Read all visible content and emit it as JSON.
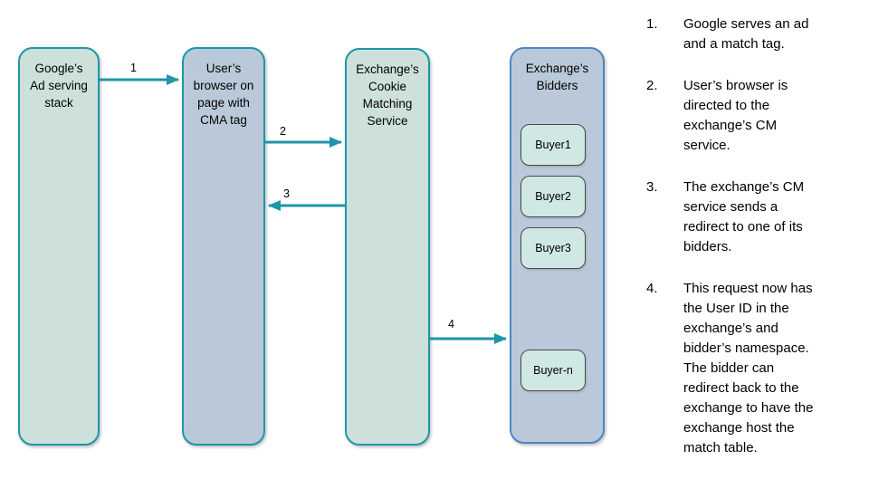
{
  "diagram": {
    "nodes": [
      {
        "id": "google-ad-stack",
        "label": "Google’s\nAd serving\nstack"
      },
      {
        "id": "user-browser",
        "label": "User’s\nbrowser on\npage with\nCMA tag"
      },
      {
        "id": "exchange-cm",
        "label": "Exchange’s\nCookie\nMatching\nService"
      },
      {
        "id": "exchange-bidders",
        "label": "Exchange’s\nBidders"
      }
    ],
    "buyers": [
      "Buyer1",
      "Buyer2",
      "Buyer3",
      "Buyer-n"
    ],
    "arrows": [
      {
        "label": "1",
        "from": "google-ad-stack",
        "to": "user-browser"
      },
      {
        "label": "2",
        "from": "user-browser",
        "to": "exchange-cm"
      },
      {
        "label": "3",
        "from": "exchange-cm",
        "to": "user-browser"
      },
      {
        "label": "4",
        "from": "exchange-cm",
        "to": "exchange-bidders"
      }
    ],
    "colors": {
      "teal_border": "#1e96a8",
      "green_fill": "#cde1da",
      "blue_fill": "#bac9d9",
      "bidders_border": "#4e86c4",
      "buyer_fill": "#cfe8e3",
      "buyer_border": "#4a4a4a"
    }
  },
  "steps": [
    {
      "num": "1.",
      "text": "Google serves an ad\nand a match tag."
    },
    {
      "num": "2.",
      "text": "User’s browser is\ndirected to the\nexchange’s CM\nservice."
    },
    {
      "num": "3.",
      "text": "The exchange’s CM\nservice sends a\nredirect to one of its\nbidders."
    },
    {
      "num": "4.",
      "text": "This request now has\nthe User ID in the\nexchange’s and\nbidder’s namespace.\nThe bidder can\nredirect back to the\nexchange to have the\nexchange host the\nmatch table."
    }
  ]
}
